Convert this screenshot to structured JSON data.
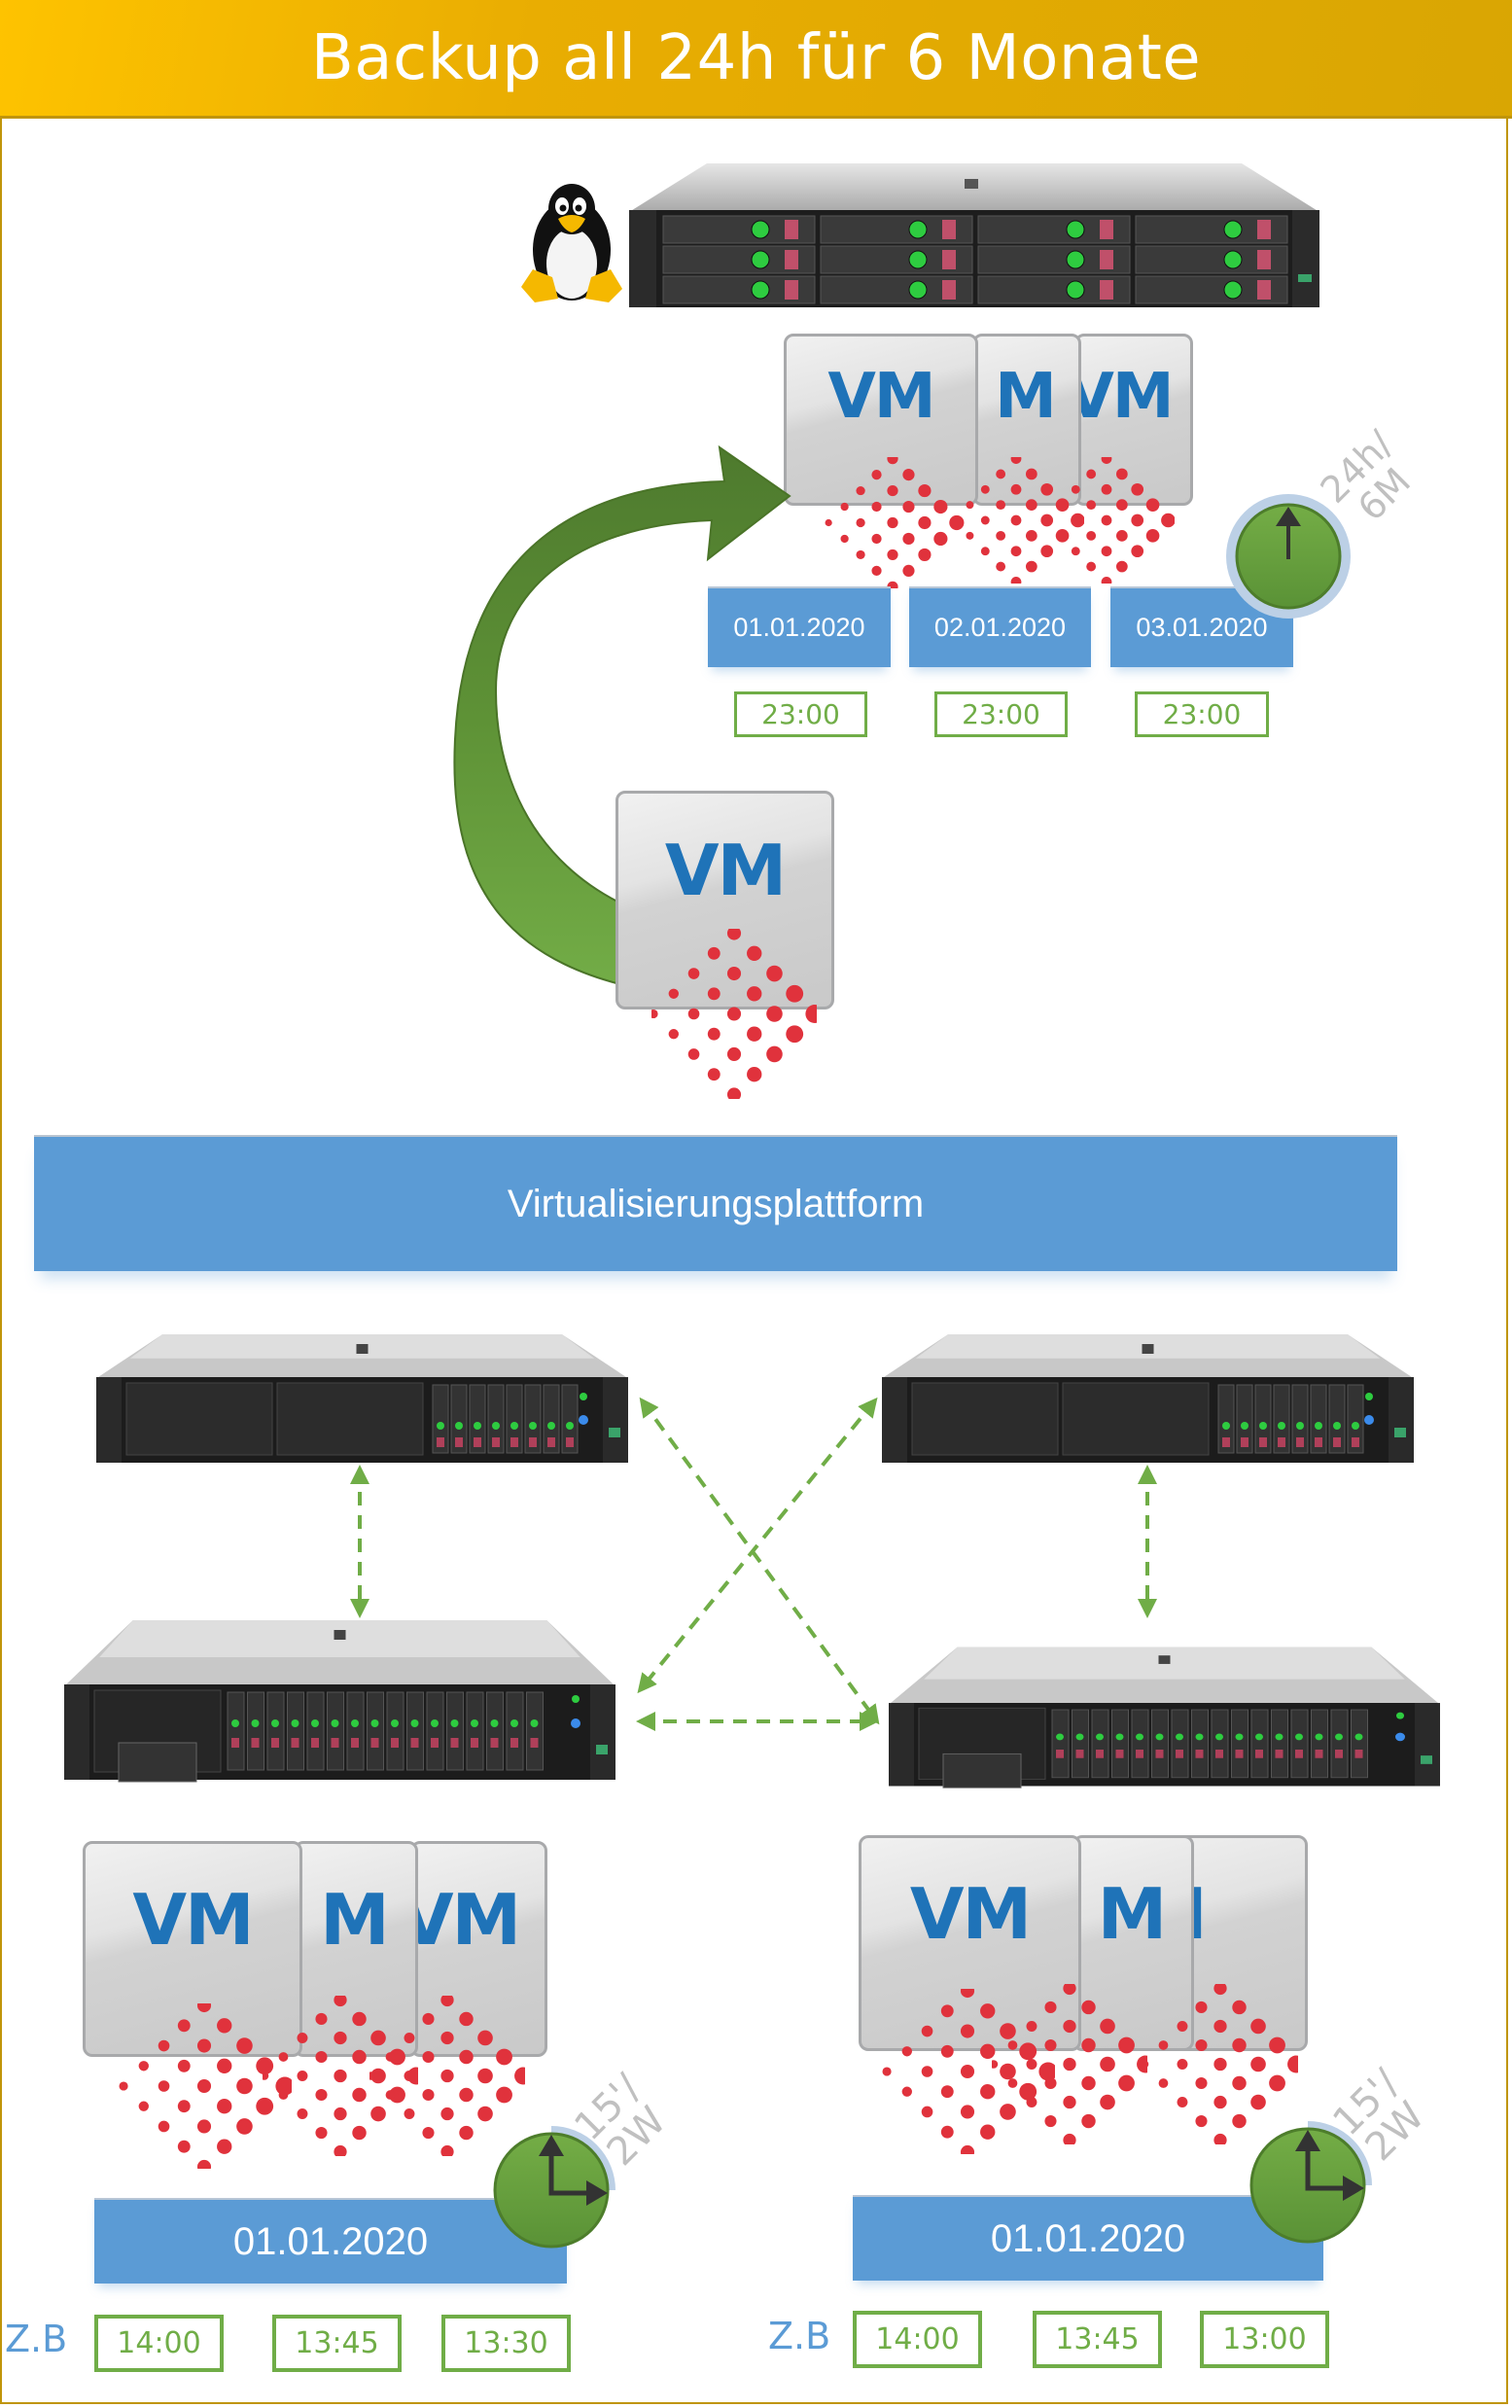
{
  "header": {
    "title": "Backup all 24h für 6 Monate"
  },
  "backup_target": {
    "os_icon": "linux-tux-icon",
    "server_icon": "storage-server-icon",
    "vm_label": "VM",
    "vm_partial_labels": [
      "M",
      "M"
    ],
    "retention_label_line1": "24h/",
    "retention_label_line2": "6M",
    "clock_icon": "clock-icon",
    "snapshots": [
      {
        "date": "01.01.2020",
        "time": "23:00"
      },
      {
        "date": "02.01.2020",
        "time": "23:00"
      },
      {
        "date": "03.01.2020",
        "time": "23:00"
      }
    ]
  },
  "source_vm": {
    "label": "VM",
    "arrow_icon": "curved-arrow-icon"
  },
  "platform": {
    "label": "Virtualisierungsplattform"
  },
  "cluster": {
    "servers": [
      "rack-server-top-left",
      "rack-server-top-right",
      "rack-server-bottom-left",
      "rack-server-bottom-right"
    ],
    "link_icon": "dashed-double-arrow-icon"
  },
  "local_snapshots": [
    {
      "vm_label": "VM",
      "vm_partial_labels": [
        "M",
        "M"
      ],
      "retention_label_line1": "15'/",
      "retention_label_line2": "2W",
      "date": "01.01.2020",
      "example_label": "Z.B",
      "times": [
        "14:00",
        "13:45",
        "13:30"
      ]
    },
    {
      "vm_label": "VM",
      "vm_partial_labels": [
        "M",
        "M"
      ],
      "retention_label_line1": "15'/",
      "retention_label_line2": "2W",
      "date": "01.01.2020",
      "example_label": "Z.B",
      "times": [
        "14:00",
        "13:45",
        "13:00"
      ]
    }
  ],
  "colors": {
    "header_gold": "#e9ad02",
    "frame_gold": "#c0950a",
    "blue": "#5b9bd5",
    "vm_blue": "#1f73b8",
    "green": "#70ad47",
    "dark_green": "#4e7a2e",
    "dot_red": "#e0323c",
    "label_grey": "#c0c0c0"
  }
}
